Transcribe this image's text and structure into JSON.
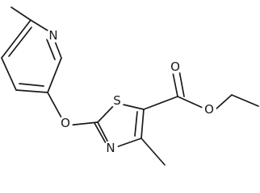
{
  "molecule": {
    "atoms": {
      "pyridine_n": "N",
      "ether_o": "O",
      "thiazole_s": "S",
      "thiazole_n": "N",
      "carbonyl_o": "O",
      "ester_o": "O"
    },
    "colors": {
      "bond": "#1a1a1a",
      "label": "#1a1a1a",
      "background": "#ffffff"
    }
  }
}
